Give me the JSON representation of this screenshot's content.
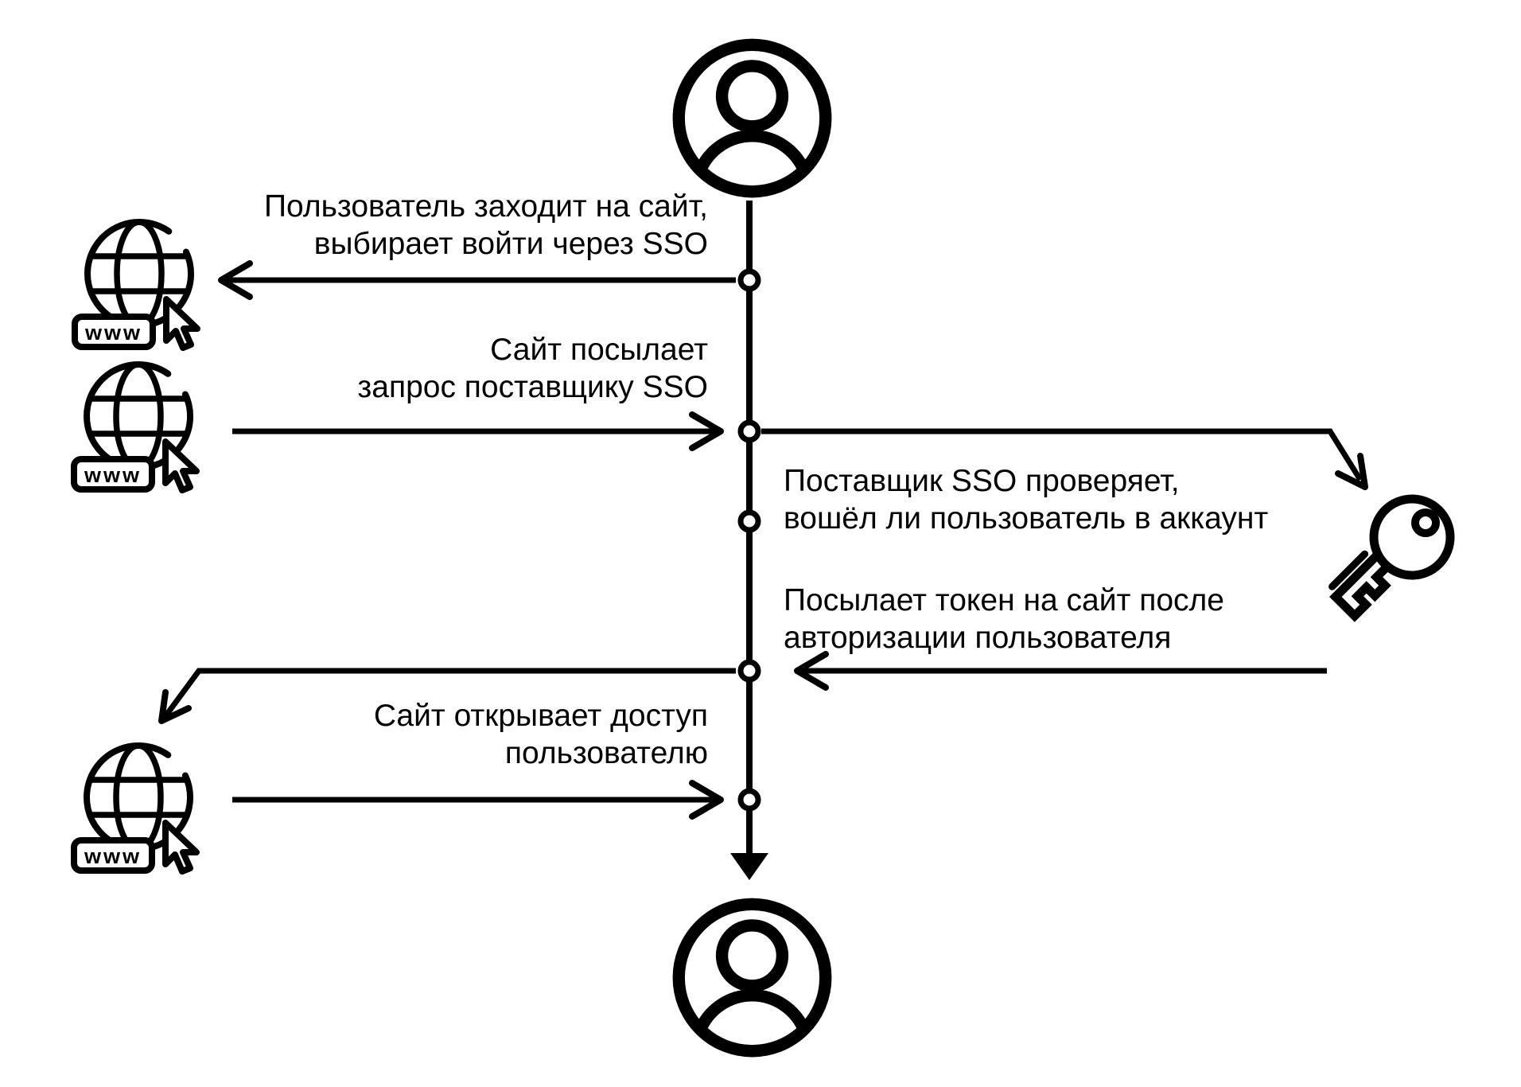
{
  "colors": {
    "ink": "#000000",
    "background": "#ffffff"
  },
  "icons": {
    "top_actor": "user-avatar",
    "bottom_actor": "user-avatar",
    "website_top": "website-globe-www",
    "website_middle": "website-globe-www",
    "website_bottom": "website-globe-www",
    "sso_provider": "key"
  },
  "website_badge_text": "www",
  "steps": [
    {
      "lines": [
        "Пользователь заходит на сайт,",
        "выбирает войти через SSO"
      ]
    },
    {
      "lines": [
        "Сайт посылает",
        "запрос поставщику SSO"
      ]
    },
    {
      "lines": [
        "Поставщик SSO проверяет,",
        "вошёл ли пользователь в аккаунт"
      ]
    },
    {
      "lines": [
        "Посылает токен на сайт после",
        "авторизации пользователя"
      ]
    },
    {
      "lines": [
        "Сайт открывает доступ",
        "пользователю"
      ]
    }
  ]
}
